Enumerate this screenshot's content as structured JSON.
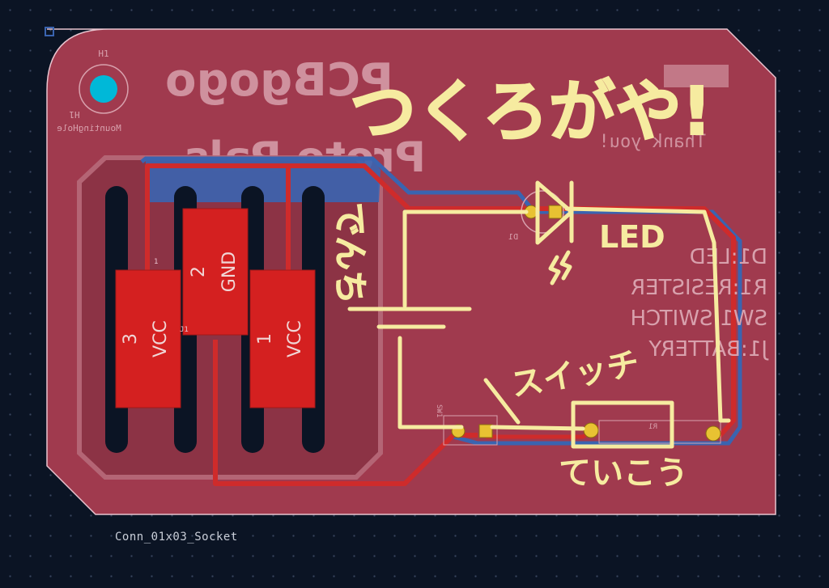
{
  "colors": {
    "board": "#a03a4e",
    "board_dark": "#7d2b3d",
    "outline": "#e8c4cf",
    "copper_front": "#cf2b2b",
    "copper_back": "#3a64b0",
    "pad": "#d42020",
    "drill_pad": "#e8c232",
    "hand": "#f6eba0",
    "silk_back": "#d8a1ad",
    "mounting_hole": "#00b8d8"
  },
  "mounting_hole": {
    "ref_top": "H1",
    "ref_bottom": "H1",
    "value": "MountingHole"
  },
  "logo_text": "PCBgogo",
  "board_text": "Proto Pals",
  "thank_you": "Thank you!",
  "connector": {
    "ref": "J1",
    "footprint": "Conn_01x03_Socket",
    "pads": [
      {
        "number": "3",
        "net": "VCC"
      },
      {
        "number": "2",
        "net": "GND"
      },
      {
        "number": "1",
        "net": "VCC"
      }
    ],
    "pin1_marker": "1"
  },
  "bom": [
    "D1:LED",
    "R1:RESISTER",
    "SW1:SWITCH",
    "J1:BATTERY"
  ],
  "refs": {
    "led": "D1",
    "switch": "SW1",
    "resistor": "R1"
  },
  "annotations": {
    "title": "つくろがや!",
    "battery": "でんち",
    "led": "LED",
    "switch": "スイッチ",
    "resistor": "ていこう"
  }
}
